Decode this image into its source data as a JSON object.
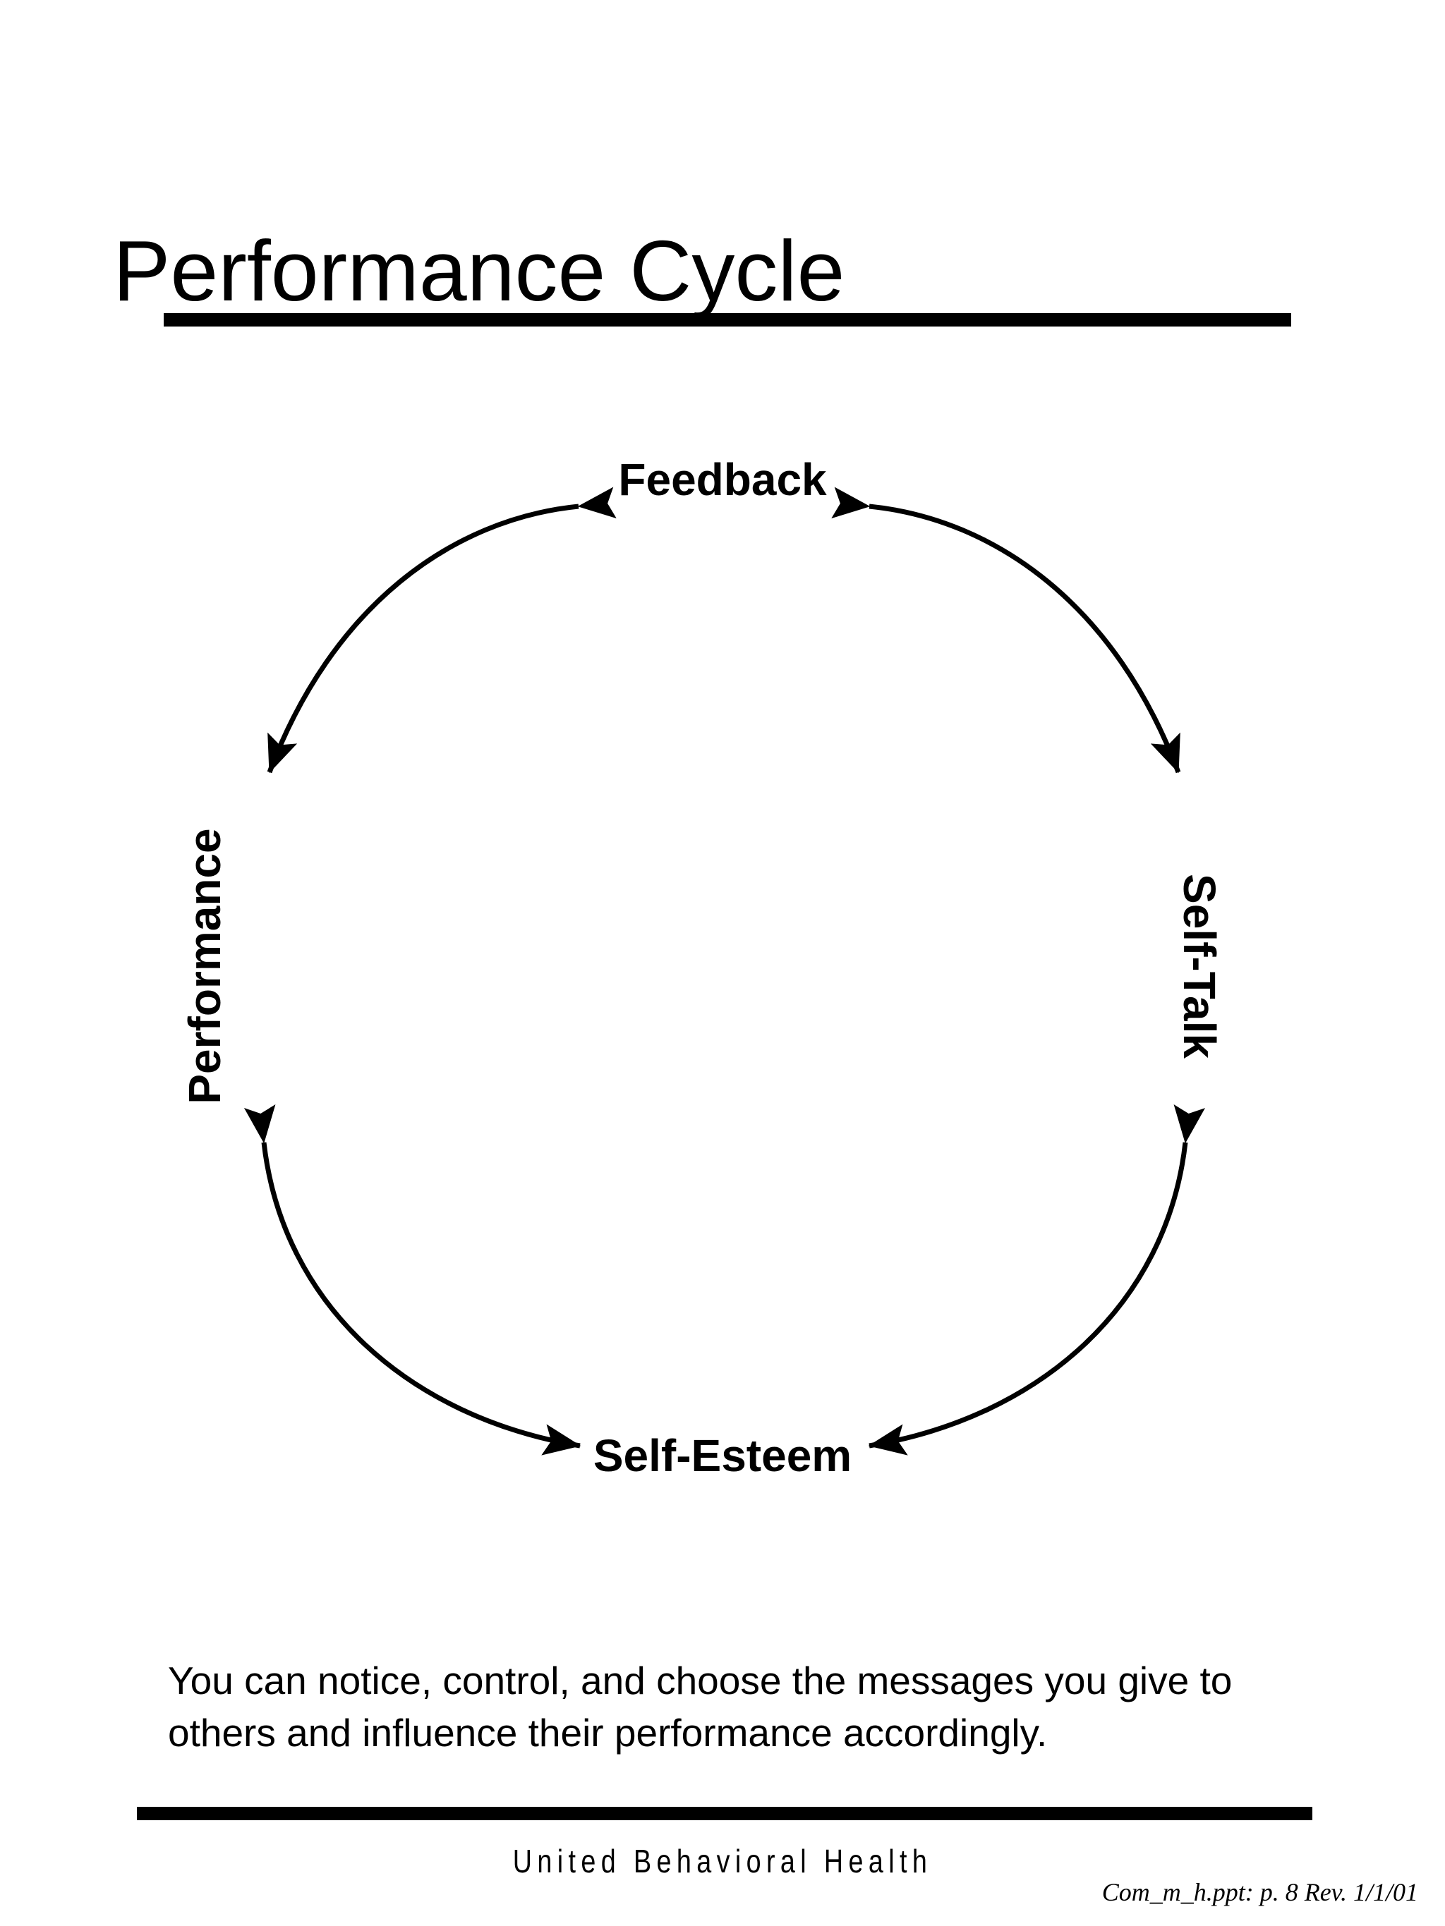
{
  "slide": {
    "title": "Performance Cycle",
    "background_color": "#ffffff",
    "ink_color": "#000000"
  },
  "diagram": {
    "type": "cycle",
    "shape": "circular",
    "nodes": [
      {
        "id": "feedback",
        "label": "Feedback",
        "position": "top",
        "orientation": "horizontal"
      },
      {
        "id": "self-talk",
        "label": "Self-Talk",
        "position": "right",
        "orientation": "vertical-down"
      },
      {
        "id": "self-esteem",
        "label": "Self-Esteem",
        "position": "bottom",
        "orientation": "horizontal"
      },
      {
        "id": "performance",
        "label": "Performance",
        "position": "left",
        "orientation": "vertical-up"
      }
    ],
    "connectors": [
      {
        "id": "arc-top-left",
        "from": "performance",
        "to": "feedback",
        "double_headed": true
      },
      {
        "id": "arc-top-right",
        "from": "self-talk",
        "to": "feedback",
        "double_headed": true
      },
      {
        "id": "arc-bottom-right",
        "from": "self-esteem",
        "to": "self-talk",
        "double_headed": true
      },
      {
        "id": "arc-bottom-left",
        "from": "self-esteem",
        "to": "performance",
        "double_headed": true
      }
    ]
  },
  "body": {
    "paragraph": "You can notice, control, and choose the messages you give to others and influence their performance accordingly."
  },
  "footer": {
    "organization": "United Behavioral Health",
    "reference": "Com_m_h.ppt: p. 8 Rev. 1/1/01"
  }
}
